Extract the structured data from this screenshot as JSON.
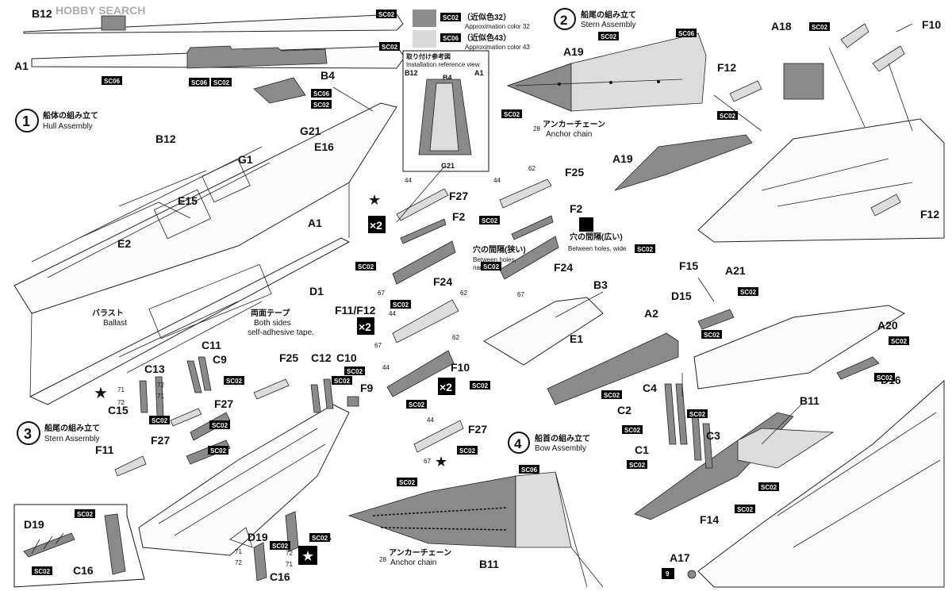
{
  "watermark": "HOBBY SEARCH",
  "colors": {
    "sc02": "#8c8c8c",
    "sc06": "#d9d9d9"
  },
  "legend": {
    "sc02_code": "SC02",
    "sc02_ja": "（近似色32）",
    "sc02_en": "Approximation color 32",
    "sc06_code": "SC06",
    "sc06_ja": "（近似色43）",
    "sc06_en": "Approximation color 43"
  },
  "steps": {
    "s1": {
      "num": "1",
      "ja": "船体の組み立て",
      "en": "Hull Assembly"
    },
    "s2": {
      "num": "2",
      "ja": "船尾の組み立て",
      "en": "Stern Assembly"
    },
    "s3": {
      "num": "3",
      "ja": "船尾の組み立て",
      "en": "Stern Assembly"
    },
    "s4": {
      "num": "4",
      "ja": "船首の組み立て",
      "en": "Bow Assembly"
    }
  },
  "inset": {
    "title_ja": "取り付け参考図",
    "title_en": "Installation reference view",
    "b12": "B12",
    "b4": "B4",
    "a1": "A1",
    "g21": "G21"
  },
  "notes": {
    "anchor_ja": "アンカーチェーン",
    "anchor_en": "Anchor chain",
    "anchor_num": "28",
    "ballast_ja": "バラスト",
    "ballast_en": "Ballast",
    "tape_ja": "両面テープ",
    "tape_en1": "Both sides",
    "tape_en2": "self-adhesive tape.",
    "narrow_ja": "穴の間隔(狭い)",
    "narrow_en1": "Between holes,",
    "narrow_en2": "narrow",
    "wide_ja": "穴の間隔(広い)",
    "wide_en": "Between holes, wide",
    "x2": "×2",
    "star": "★"
  },
  "parts": {
    "B12": "B12",
    "A1": "A1",
    "B4": "B4",
    "G21": "G21",
    "E16": "E16",
    "G1": "G1",
    "E15": "E15",
    "E2": "E2",
    "D1": "D1",
    "A19": "A19",
    "A18": "A18",
    "F10": "F10",
    "F12": "F12",
    "F15": "F15",
    "F25": "F25",
    "F27": "F27",
    "F2": "F2",
    "F24": "F24",
    "F11F12": "F11/F12",
    "B3": "B3",
    "E1": "E1",
    "A2": "A2",
    "A21": "A21",
    "D15": "D15",
    "A20": "A20",
    "D16": "D16",
    "C11": "C11",
    "C9": "C9",
    "C13": "C13",
    "C15": "C15",
    "C12": "C12",
    "C10": "C10",
    "F9": "F9",
    "F11": "F11",
    "C4": "C4",
    "C2": "C2",
    "C3": "C3",
    "C1": "C1",
    "B11": "B11",
    "F14": "F14",
    "A17": "A17",
    "C14": "C14",
    "D19": "D19",
    "C16": "C16"
  },
  "colorcodes": {
    "sc02": "SC02",
    "sc06": "SC06"
  },
  "numbers": {
    "n44": "44",
    "n62": "62",
    "n67": "67",
    "n71": "71",
    "n72": "72",
    "n9": "9"
  }
}
